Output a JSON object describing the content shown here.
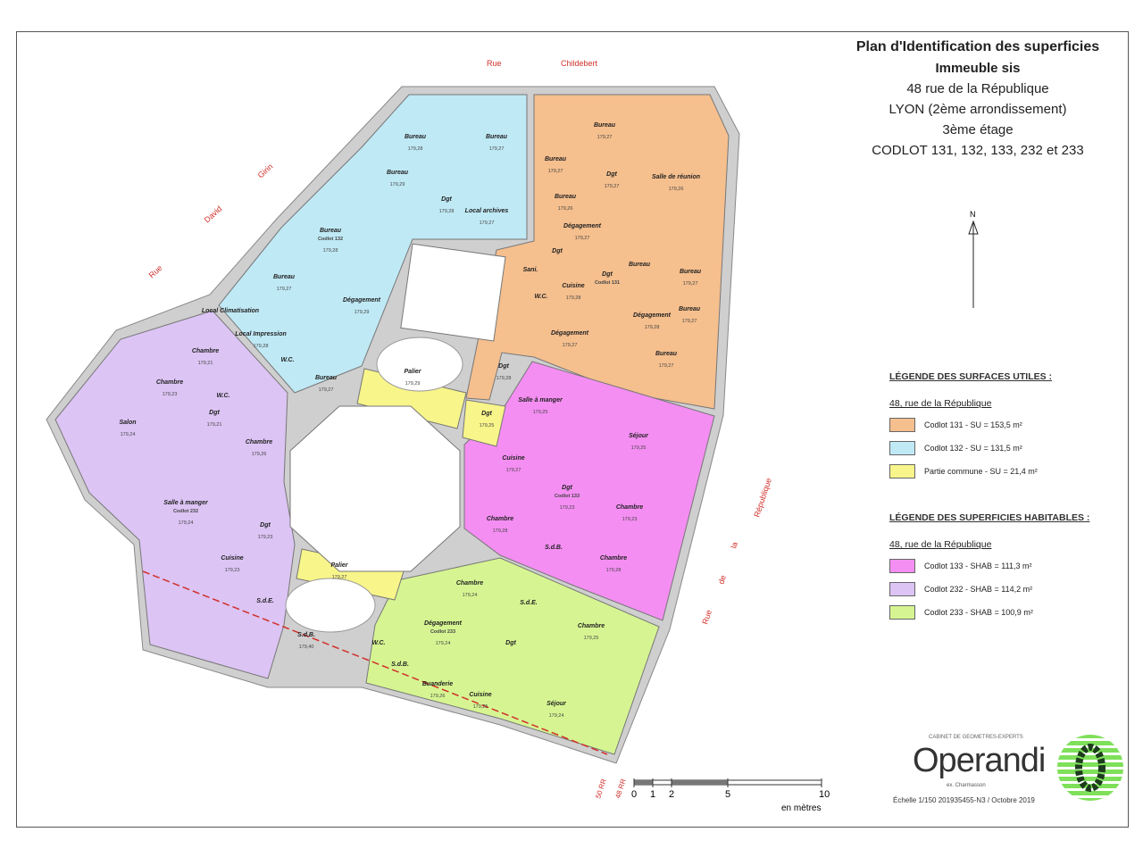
{
  "title": {
    "main": "Plan d'Identification des superficies",
    "line2": "Immeuble sis",
    "address": "48 rue de la République",
    "city": "LYON (2ème arrondissement)",
    "floor": "3ème  étage",
    "lots": "CODLOT 131, 132, 133, 232 et 233"
  },
  "streets": {
    "top": [
      "Rue",
      "Childebert"
    ],
    "left": [
      "Rue",
      "David",
      "Girin"
    ],
    "right": [
      "Rue",
      "de",
      "la",
      "République"
    ],
    "bottom_numbers": [
      "50 RR",
      "48 RR"
    ]
  },
  "north": "N",
  "legend_utiles": {
    "heading": "LÉGENDE DES SURFACES UTILES :",
    "subheading": "48, rue de la République",
    "items": [
      {
        "label": "Codlot 131 - SU = 153,5 m²",
        "color": "#f5bf8e"
      },
      {
        "label": "Codlot 132 - SU = 131,5 m²",
        "color": "#bfe9f5"
      },
      {
        "label": "Partie commune - SU = 21,4 m²",
        "color": "#f8f58a"
      }
    ]
  },
  "legend_habitables": {
    "heading": "LÉGENDE DES SUPERFICIES HABITABLES :",
    "subheading": "48, rue de la République",
    "items": [
      {
        "label": "Codlot 133 - SHAB = 111,3 m²",
        "color": "#f48ef2"
      },
      {
        "label": "Codlot 232 - SHAB = 114,2 m²",
        "color": "#dcc4f4"
      },
      {
        "label": "Codlot 233 - SHAB = 100,9 m²",
        "color": "#d6f592"
      }
    ]
  },
  "scale_bar": {
    "ticks": [
      "0",
      "1",
      "2",
      "5",
      "10"
    ],
    "unit": "en mètres"
  },
  "brand": {
    "tagline": "CABINET DE GEOMETRES-EXPERTS",
    "name": "Operandi",
    "sub": "ex. Charmasson",
    "reference": "Échelle 1/150 201935455-N3 / Octobre 2019"
  },
  "rooms": [
    {
      "name": "Bureau",
      "level": "179,28",
      "lot": "132"
    },
    {
      "name": "Bureau",
      "level": "179,27",
      "lot": "132"
    },
    {
      "name": "Bureau",
      "level": "179,29",
      "lot": "132"
    },
    {
      "name": "Dgt",
      "level": "179,28",
      "lot": "132"
    },
    {
      "name": "Local archives",
      "level": "179,27",
      "lot": "132"
    },
    {
      "name": "Bureau",
      "level": "179,28",
      "lot": "132",
      "note": "Codlot 132"
    },
    {
      "name": "Bureau",
      "level": "179,27",
      "lot": "132"
    },
    {
      "name": "Local Climatisation",
      "level": "",
      "lot": "132"
    },
    {
      "name": "Dégagement",
      "level": "179,29",
      "lot": "132"
    },
    {
      "name": "Local Impression",
      "level": "179,28",
      "lot": "132"
    },
    {
      "name": "W.C.",
      "level": "",
      "lot": "132"
    },
    {
      "name": "Bureau",
      "level": "179,27",
      "lot": "132"
    },
    {
      "name": "Bureau",
      "level": "179,27",
      "lot": "131"
    },
    {
      "name": "Bureau",
      "level": "179,27",
      "lot": "131"
    },
    {
      "name": "Dgt",
      "level": "179,27",
      "lot": "131"
    },
    {
      "name": "Salle de réunion",
      "level": "179,26",
      "lot": "131"
    },
    {
      "name": "Bureau",
      "level": "179,26",
      "lot": "131"
    },
    {
      "name": "Dégagement",
      "level": "179,27",
      "lot": "131"
    },
    {
      "name": "Dgt",
      "level": "",
      "lot": "131"
    },
    {
      "name": "Sani.",
      "level": "",
      "lot": "131"
    },
    {
      "name": "W.C.",
      "level": "",
      "lot": "131"
    },
    {
      "name": "Cuisine",
      "level": "179,28",
      "lot": "131"
    },
    {
      "name": "Dgt",
      "level": "",
      "lot": "131",
      "note": "Codlot 131"
    },
    {
      "name": "Bureau",
      "level": "",
      "lot": "131"
    },
    {
      "name": "Bureau",
      "level": "179,27",
      "lot": "131"
    },
    {
      "name": "Dégagement",
      "level": "179,28",
      "lot": "131"
    },
    {
      "name": "Bureau",
      "level": "179,27",
      "lot": "131"
    },
    {
      "name": "Dégagement",
      "level": "179,27",
      "lot": "131"
    },
    {
      "name": "Dgt",
      "level": "179,28",
      "lot": "131"
    },
    {
      "name": "Bureau",
      "level": "179,27",
      "lot": "131"
    },
    {
      "name": "Salle à manger",
      "level": "179,25",
      "lot": "133"
    },
    {
      "name": "Séjour",
      "level": "179,25",
      "lot": "133"
    },
    {
      "name": "Cuisine",
      "level": "179,27",
      "lot": "133"
    },
    {
      "name": "Dgt",
      "level": "179,23",
      "lot": "133",
      "note": "Codlot 133"
    },
    {
      "name": "Chambre",
      "level": "179,28",
      "lot": "133"
    },
    {
      "name": "Chambre",
      "level": "179,23",
      "lot": "133"
    },
    {
      "name": "S.d.B.",
      "level": "",
      "lot": "133"
    },
    {
      "name": "Chambre",
      "level": "179,28",
      "lot": "133"
    },
    {
      "name": "Chambre",
      "level": "179,21",
      "lot": "232"
    },
    {
      "name": "Chambre",
      "level": "179,23",
      "lot": "232"
    },
    {
      "name": "W.C.",
      "level": "",
      "lot": "232"
    },
    {
      "name": "Dgt",
      "level": "179,21",
      "lot": "232"
    },
    {
      "name": "Salon",
      "level": "179,24",
      "lot": "232"
    },
    {
      "name": "Chambre",
      "level": "179,26",
      "lot": "232"
    },
    {
      "name": "Salle à manger",
      "level": "179,24",
      "lot": "232",
      "note": "Codlot 232"
    },
    {
      "name": "Dgt",
      "level": "179,23",
      "lot": "232"
    },
    {
      "name": "Cuisine",
      "level": "179,23",
      "lot": "232"
    },
    {
      "name": "S.d.E.",
      "level": "",
      "lot": "232"
    },
    {
      "name": "S.d.B.",
      "level": "179,40",
      "lot": "232"
    },
    {
      "name": "Palier",
      "level": "179,29",
      "lot": "commune"
    },
    {
      "name": "Dgt",
      "level": "179,25",
      "lot": "commune"
    },
    {
      "name": "Palier",
      "level": "179,27",
      "lot": "commune"
    },
    {
      "name": "Chambre",
      "level": "179,24",
      "lot": "233"
    },
    {
      "name": "Dégagement",
      "level": "179,24",
      "lot": "233",
      "note": "Codlot 233"
    },
    {
      "name": "S.d.E.",
      "level": "",
      "lot": "233"
    },
    {
      "name": "Chambre",
      "level": "179,25",
      "lot": "233"
    },
    {
      "name": "W.C.",
      "level": "",
      "lot": "233"
    },
    {
      "name": "Dgt",
      "level": "",
      "lot": "233"
    },
    {
      "name": "S.d.B.",
      "level": "",
      "lot": "233"
    },
    {
      "name": "Buanderie",
      "level": "179,26",
      "lot": "233"
    },
    {
      "name": "Cuisine",
      "level": "179,25",
      "lot": "233"
    },
    {
      "name": "Séjour",
      "level": "179,24",
      "lot": "233"
    }
  ]
}
